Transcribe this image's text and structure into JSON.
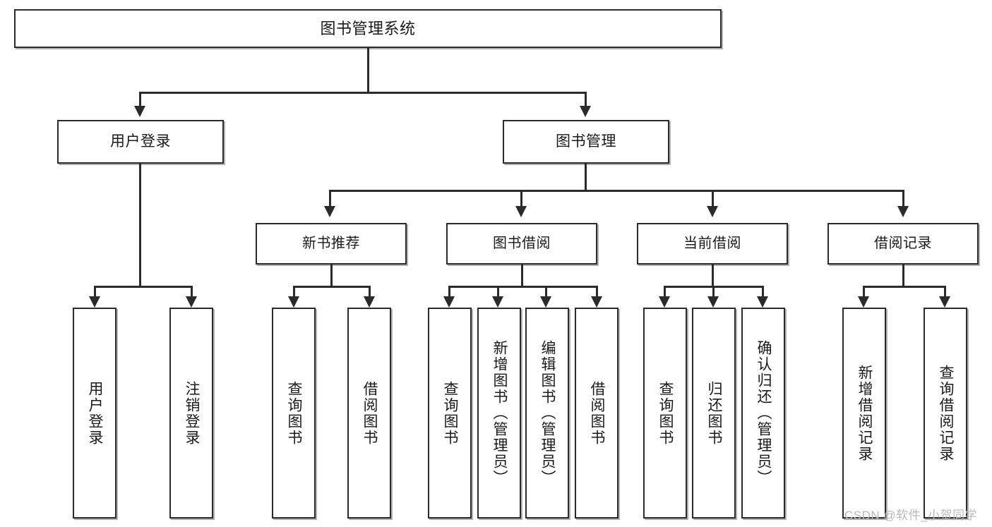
{
  "diagram": {
    "type": "tree-hierarchy",
    "title": "图书管理系统",
    "root": {
      "id": "root",
      "label": "图书管理系统"
    },
    "level2": [
      {
        "id": "user-login",
        "label": "用户登录"
      },
      {
        "id": "book-management",
        "label": "图书管理"
      }
    ],
    "level3": [
      {
        "id": "new-book-recommend",
        "label": "新书推荐",
        "parent": "book-management"
      },
      {
        "id": "book-borrow",
        "label": "图书借阅",
        "parent": "book-management"
      },
      {
        "id": "current-borrow",
        "label": "当前借阅",
        "parent": "book-management"
      },
      {
        "id": "borrow-record",
        "label": "借阅记录",
        "parent": "book-management"
      }
    ],
    "leaves": [
      {
        "id": "leaf-user-login",
        "label": "用户登录",
        "parent": "user-login"
      },
      {
        "id": "leaf-user-logout",
        "label": "注销登录",
        "parent": "user-login"
      },
      {
        "id": "leaf-query-book-1",
        "label": "查询图书",
        "parent": "new-book-recommend"
      },
      {
        "id": "leaf-borrow-book-1",
        "label": "借阅图书",
        "parent": "new-book-recommend"
      },
      {
        "id": "leaf-query-book-2",
        "label": "查询图书",
        "parent": "book-borrow"
      },
      {
        "id": "leaf-add-book",
        "label": "新增图书（管理员）",
        "parent": "book-borrow"
      },
      {
        "id": "leaf-edit-book",
        "label": "编辑图书（管理员）",
        "parent": "book-borrow"
      },
      {
        "id": "leaf-borrow-book-2",
        "label": "借阅图书",
        "parent": "book-borrow"
      },
      {
        "id": "leaf-query-book-3",
        "label": "查询图书",
        "parent": "current-borrow"
      },
      {
        "id": "leaf-return-book",
        "label": "归还图书",
        "parent": "current-borrow"
      },
      {
        "id": "leaf-confirm-return",
        "label": "确认归还（管理员）",
        "parent": "current-borrow"
      },
      {
        "id": "leaf-add-record",
        "label": "新增借阅记录",
        "parent": "borrow-record"
      },
      {
        "id": "leaf-query-record",
        "label": "查询借阅记录",
        "parent": "borrow-record"
      }
    ],
    "colors": {
      "box_border": "#2b2b2b",
      "box_fill": "#ffffff",
      "connector": "#2b2b2b",
      "text": "#1a1a1a",
      "watermark": "#b9b9b9",
      "background": "#ffffff"
    }
  },
  "watermark": {
    "text": "CSDN @软件_小贺同学"
  }
}
